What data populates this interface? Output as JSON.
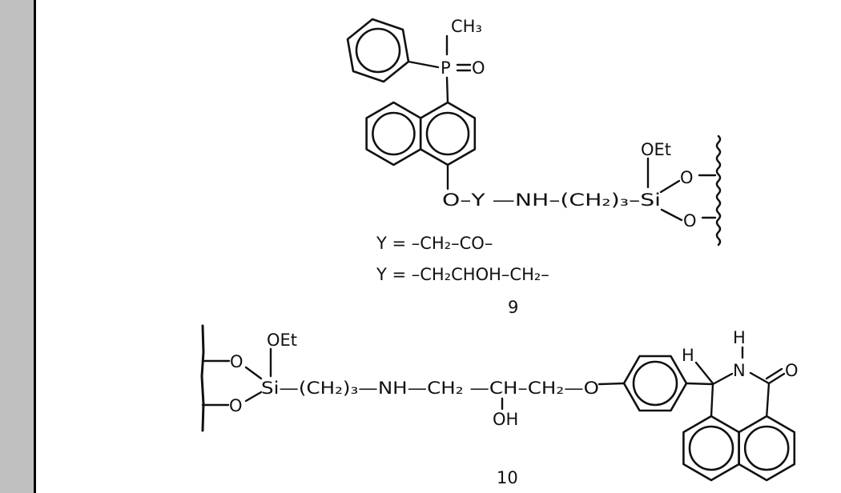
{
  "structure_9": {
    "ch3": "CH₃",
    "p": "P",
    "o_double": "O",
    "chain": "O–Y —NH–(CH₂)₃–Si",
    "oet": "OEt",
    "o_upper": "O",
    "o_lower": "O",
    "y_def_1": "Y = –CH₂–CO–",
    "y_def_2": "Y = –CH₂CHOH–CH₂–",
    "label": "9"
  },
  "structure_10": {
    "oet": "OEt",
    "o_upper": "O",
    "o_lower": "O",
    "chain": "Si—(CH₂)₃—NH—CH₂ —CH–CH₂—O",
    "oh": "OH",
    "h_methine": "H",
    "h_amide": "H",
    "n": "N",
    "o_carbonyl": "O",
    "label": "10"
  }
}
